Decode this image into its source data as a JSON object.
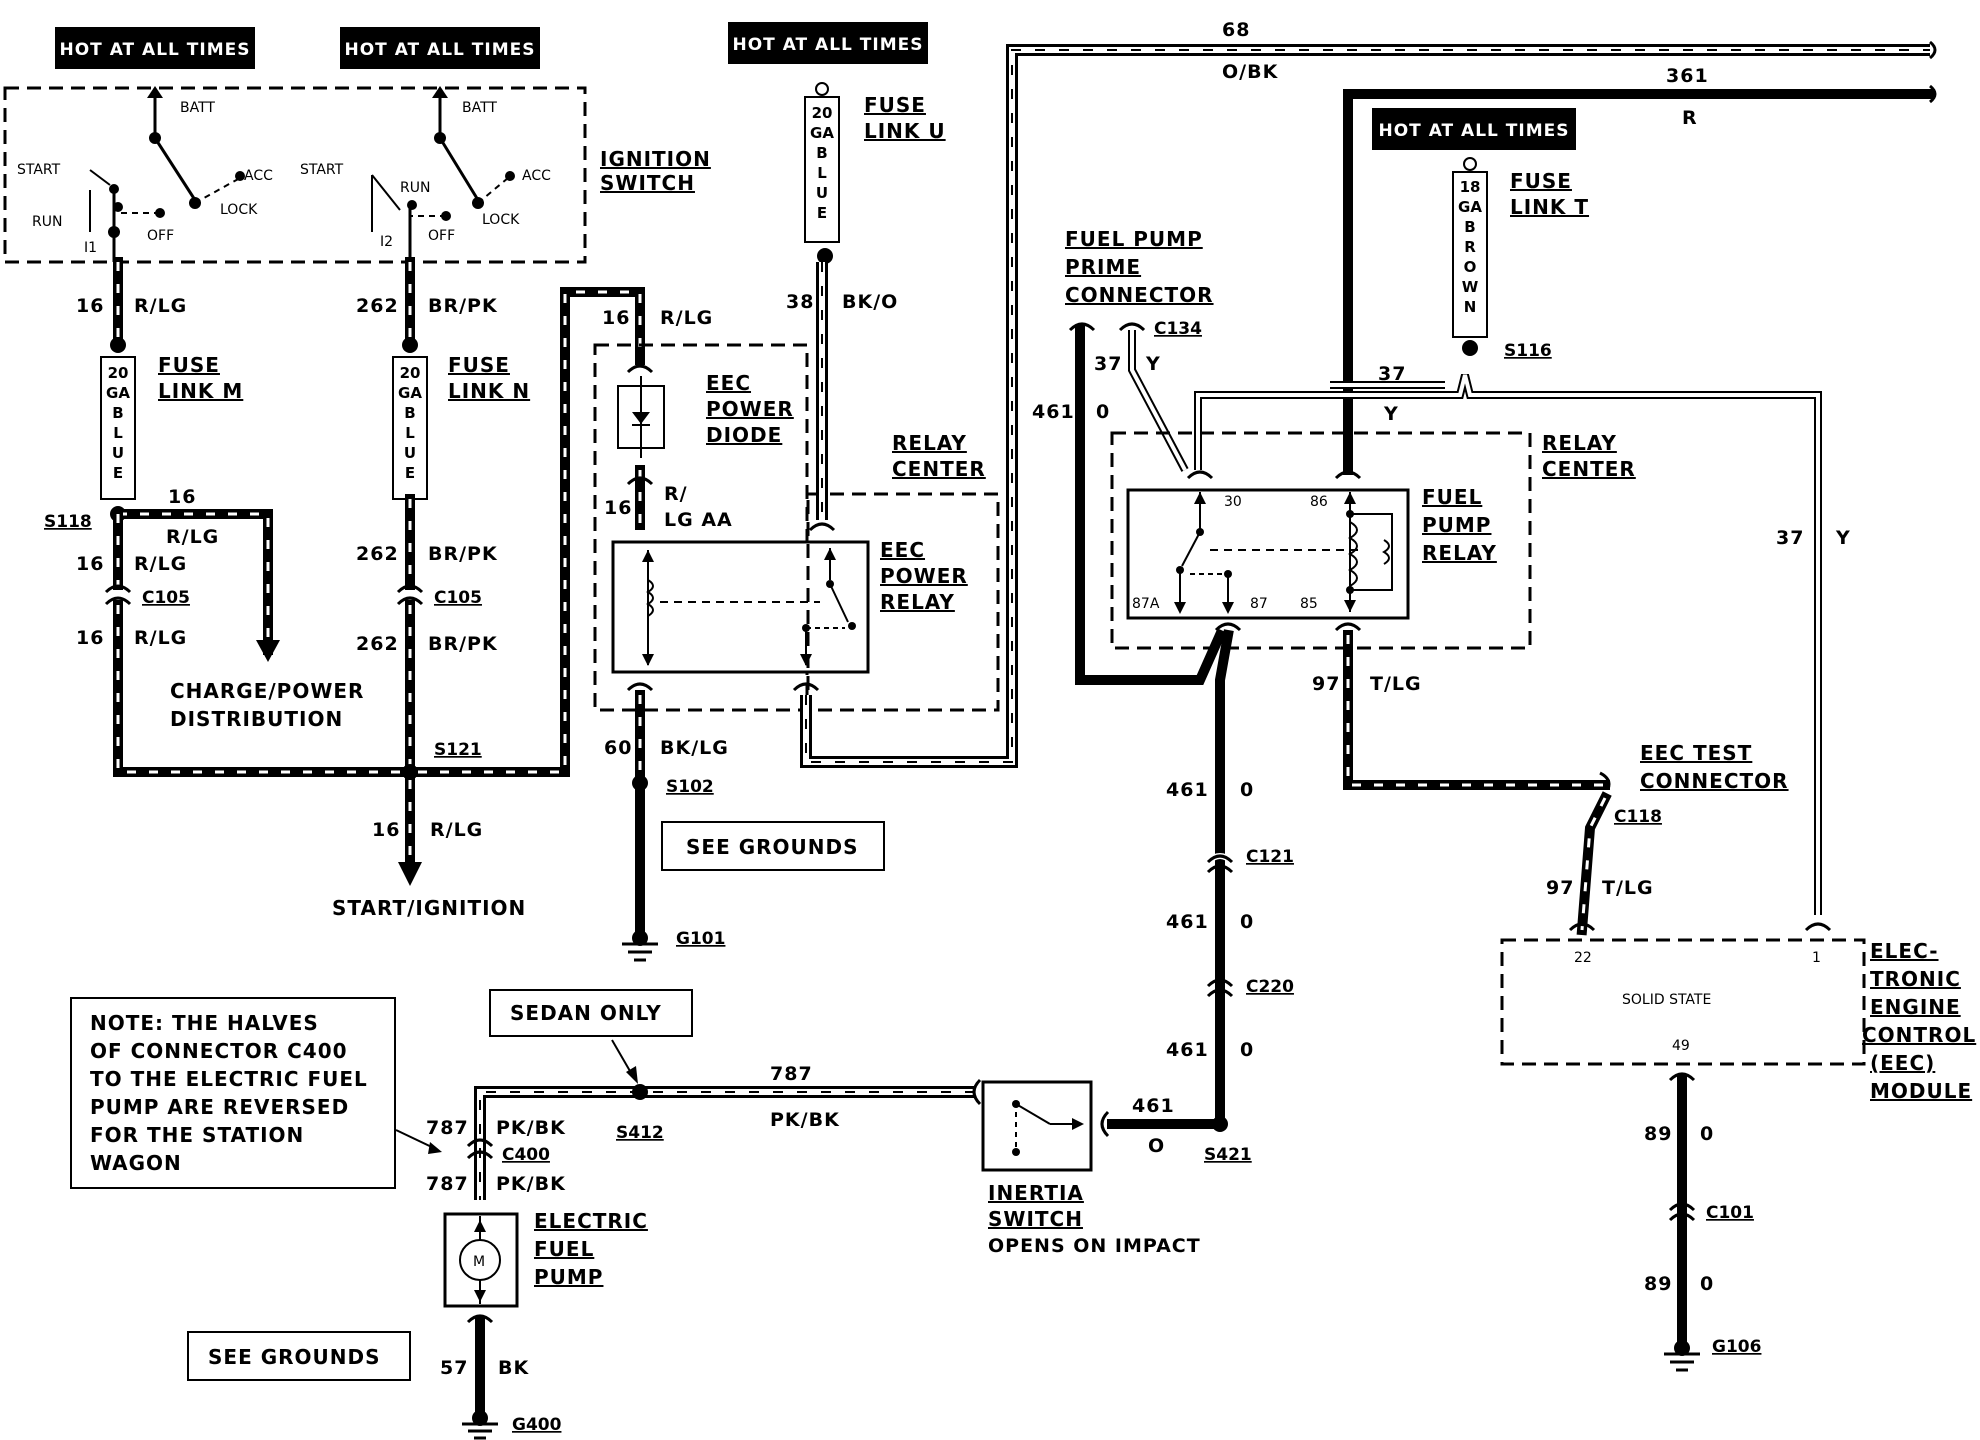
{
  "hot_labels": [
    "HOT AT ALL TIMES",
    "HOT AT ALL TIMES",
    "HOT AT ALL TIMES",
    "HOT AT ALL TIMES"
  ],
  "ignition": {
    "batt": "BATT",
    "start": "START",
    "run": "RUN",
    "acc": "ACC",
    "lock": "LOCK",
    "off": "OFF",
    "i1": "I1",
    "i2": "I2",
    "title1": "IGNITION",
    "title2": "SWITCH"
  },
  "fuse_m": {
    "label1": "FUSE",
    "label2": "LINK M",
    "gauge": [
      "20",
      "GA",
      "B",
      "L",
      "U",
      "E"
    ]
  },
  "fuse_n": {
    "label1": "FUSE",
    "label2": "LINK N",
    "gauge": [
      "20",
      "GA",
      "B",
      "L",
      "U",
      "E"
    ]
  },
  "fuse_u": {
    "label1": "FUSE",
    "label2": "LINK U",
    "gauge": [
      "20",
      "GA",
      "B",
      "L",
      "U",
      "E"
    ]
  },
  "fuse_t": {
    "label1": "FUSE",
    "label2": "LINK T",
    "gauge": [
      "18",
      "GA",
      "B",
      "R",
      "O",
      "W",
      "N"
    ]
  },
  "wires": {
    "w16": "16",
    "rlg": "R/LG",
    "w262": "262",
    "brpk": "BR/PK",
    "w38": "38",
    "bko": "BK/O",
    "w60": "60",
    "bklg": "BK/LG",
    "w68": "68",
    "obk": "O/BK",
    "w361": "361",
    "r": "R",
    "w461": "461",
    "o": "O",
    "zero": "0",
    "w37": "37",
    "y": "Y",
    "w97": "97",
    "tlg": "T/LG",
    "w89": "89",
    "w787": "787",
    "pkbk": "PK/BK",
    "w57": "57",
    "bk": "BK",
    "r_slash": "R/",
    "lg_aa": "LG AA"
  },
  "connectors": {
    "s118": "S118",
    "c105": "C105",
    "s121": "S121",
    "s102": "S102",
    "g101": "G101",
    "c134": "C134",
    "s116": "S116",
    "c121": "C121",
    "c220": "C220",
    "s421": "S421",
    "c118": "C118",
    "c101": "C101",
    "g106": "G106",
    "s412": "S412",
    "c400": "C400",
    "g400": "G400"
  },
  "labels": {
    "charge1": "CHARGE/POWER",
    "charge2": "DISTRIBUTION",
    "start_ign": "START/IGNITION",
    "see_grounds": "SEE GROUNDS",
    "eec_diode": [
      "EEC",
      "POWER",
      "DIODE"
    ],
    "relay_center": [
      "RELAY",
      "CENTER"
    ],
    "eec_relay": [
      "EEC",
      "POWER",
      "RELAY"
    ],
    "fuel_prime": [
      "FUEL PUMP",
      "PRIME",
      "CONNECTOR"
    ],
    "fuel_relay": [
      "FUEL",
      "PUMP",
      "RELAY"
    ],
    "pin30": "30",
    "pin86": "86",
    "pin87a": "87A",
    "pin87": "87",
    "pin85": "85",
    "eec_test": [
      "EEC TEST",
      "CONNECTOR"
    ],
    "eec_module": [
      "ELEC-",
      "TRONIC",
      "ENGINE",
      "CONTROL",
      "(EEC)",
      "MODULE"
    ],
    "solid_state": "SOLID STATE",
    "pin22": "22",
    "pin1": "1",
    "pin49": "49",
    "inertia": [
      "INERTIA",
      "SWITCH"
    ],
    "opens": "OPENS ON IMPACT",
    "sedan_only": "SEDAN ONLY",
    "note": [
      "NOTE: THE HALVES",
      "OF CONNECTOR C400",
      "TO THE ELECTRIC FUEL",
      "PUMP ARE REVERSED",
      "FOR THE STATION",
      "WAGON"
    ],
    "elec_pump": [
      "ELECTRIC",
      "FUEL",
      "PUMP"
    ],
    "motor": "M",
    "w16b": "16"
  }
}
